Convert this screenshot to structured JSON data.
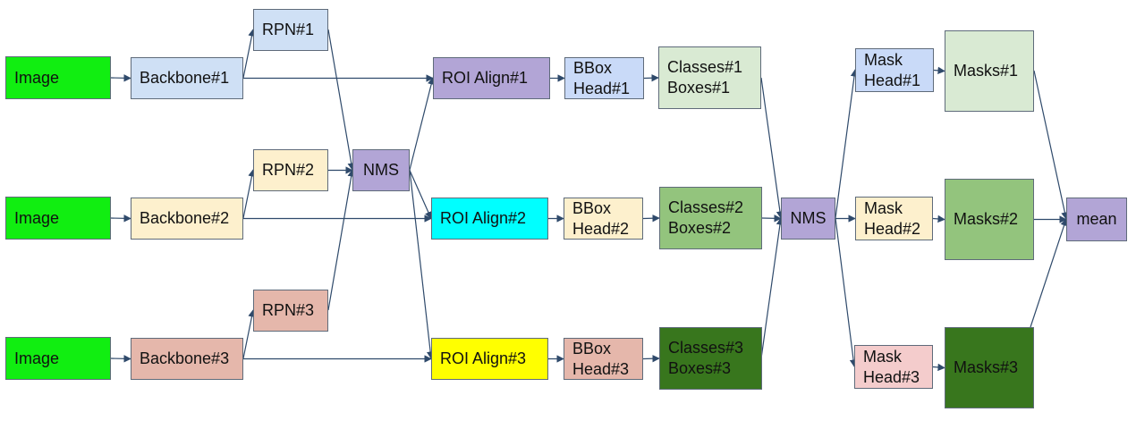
{
  "nodes": {
    "image1": {
      "label": "Image",
      "color": "#11ee11"
    },
    "image2": {
      "label": "Image",
      "color": "#11ee11"
    },
    "image3": {
      "label": "Image",
      "color": "#11ee11"
    },
    "backbone1": {
      "label": "Backbone#1",
      "color": "#cfe0f5"
    },
    "backbone2": {
      "label": "Backbone#2",
      "color": "#fdf0cd"
    },
    "backbone3": {
      "label": "Backbone#3",
      "color": "#e5b7ab"
    },
    "rpn1": {
      "label": "RPN#1",
      "color": "#cfe0f5"
    },
    "rpn2": {
      "label": "RPN#2",
      "color": "#fdf0cd"
    },
    "rpn3": {
      "label": "RPN#3",
      "color": "#e5b7ab"
    },
    "nms1": {
      "label": "NMS",
      "color": "#b2a5d6"
    },
    "roi1": {
      "label": "ROI Align#1",
      "color": "#b2a5d6"
    },
    "roi2": {
      "label": "ROI Align#2",
      "color": "#00ffff"
    },
    "roi3": {
      "label": "ROI Align#3",
      "color": "#ffff00"
    },
    "bbox1": {
      "label": "BBox\nHead#1",
      "color": "#c9daf8"
    },
    "bbox2": {
      "label": "BBox\nHead#2",
      "color": "#fdf0cd"
    },
    "bbox3": {
      "label": "BBox\nHead#3",
      "color": "#e5b7ab"
    },
    "classes1": {
      "label": "Classes#1\nBoxes#1",
      "color": "#d9ead3"
    },
    "classes2": {
      "label": "Classes#2\nBoxes#2",
      "color": "#93c47d"
    },
    "classes3": {
      "label": "Classes#3\nBoxes#3",
      "color": "#38761d"
    },
    "nms2": {
      "label": "NMS",
      "color": "#b2a5d6"
    },
    "mask1": {
      "label": "Mask\nHead#1",
      "color": "#c9daf8"
    },
    "mask2": {
      "label": "Mask\nHead#2",
      "color": "#fdf0cd"
    },
    "mask3": {
      "label": "Mask\nHead#3",
      "color": "#f4cccc"
    },
    "masks1": {
      "label": "Masks#1",
      "color": "#d9ead3"
    },
    "masks2": {
      "label": "Masks#2",
      "color": "#93c47d"
    },
    "masks3": {
      "label": "Masks#3",
      "color": "#38761d"
    },
    "mean": {
      "label": "mean",
      "color": "#b2a5d6"
    }
  },
  "edges": [
    [
      "image1",
      "backbone1"
    ],
    [
      "image2",
      "backbone2"
    ],
    [
      "image3",
      "backbone3"
    ],
    [
      "backbone1",
      "rpn1"
    ],
    [
      "backbone2",
      "rpn2"
    ],
    [
      "backbone3",
      "rpn3"
    ],
    [
      "backbone1",
      "roi1"
    ],
    [
      "backbone2",
      "roi2"
    ],
    [
      "backbone3",
      "roi3"
    ],
    [
      "rpn1",
      "nms1"
    ],
    [
      "rpn2",
      "nms1"
    ],
    [
      "rpn3",
      "nms1"
    ],
    [
      "nms1",
      "roi1"
    ],
    [
      "nms1",
      "roi2"
    ],
    [
      "nms1",
      "roi3"
    ],
    [
      "roi1",
      "bbox1"
    ],
    [
      "roi2",
      "bbox2"
    ],
    [
      "roi3",
      "bbox3"
    ],
    [
      "bbox1",
      "classes1"
    ],
    [
      "bbox2",
      "classes2"
    ],
    [
      "bbox3",
      "classes3"
    ],
    [
      "classes1",
      "nms2"
    ],
    [
      "classes2",
      "nms2"
    ],
    [
      "classes3",
      "nms2"
    ],
    [
      "nms2",
      "mask1"
    ],
    [
      "nms2",
      "mask2"
    ],
    [
      "nms2",
      "mask3"
    ],
    [
      "mask1",
      "masks1"
    ],
    [
      "mask2",
      "masks2"
    ],
    [
      "mask3",
      "masks3"
    ],
    [
      "masks1",
      "mean"
    ],
    [
      "masks2",
      "mean"
    ],
    [
      "masks3",
      "mean"
    ]
  ],
  "edge_color": "#2f4a6b"
}
